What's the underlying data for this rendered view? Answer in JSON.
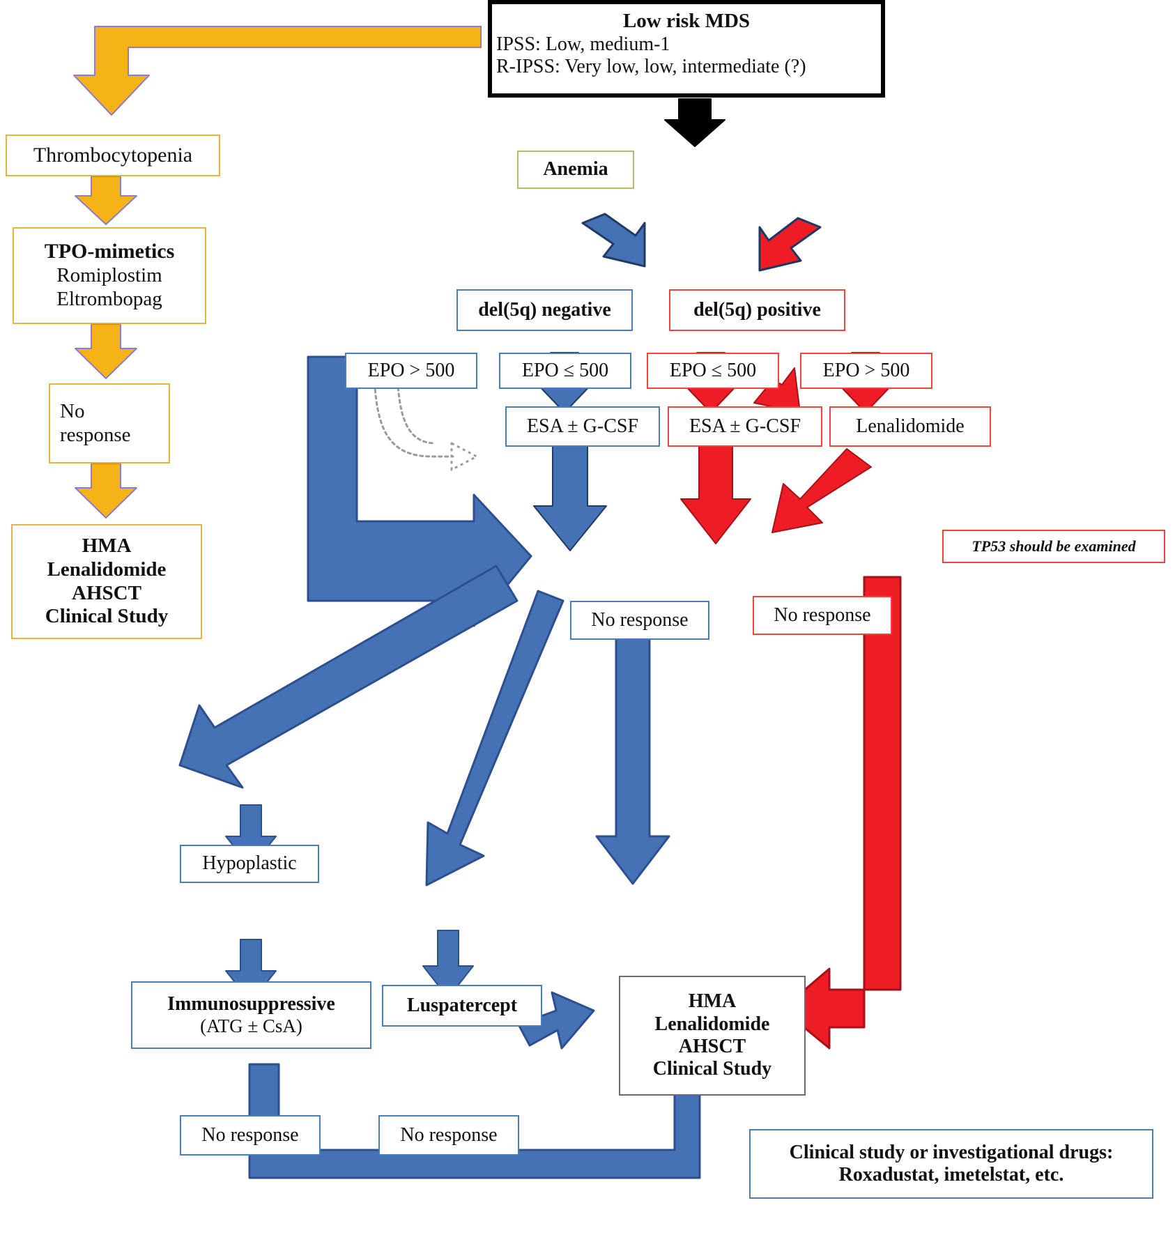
{
  "diagram": {
    "title": "Low risk MDS treatment algorithm",
    "colors": {
      "blue_arrow": "#4472b4",
      "blue_arrow_dark": "#2e4f8f",
      "red_arrow": "#ee1c25",
      "yellow_arrow": "#f5b317",
      "black_arrow": "#000000",
      "blue_border": "#4a7ebb",
      "red_border": "#f4433c",
      "yellow_border": "#e8b43a",
      "olive_border": "#b9b96a",
      "gray_border": "#6b6b6b"
    }
  },
  "nodes": {
    "low_risk_mds": {
      "lines": [
        "Low risk MDS",
        "IPSS: Low, medium-1",
        "R-IPSS: Very low, low, intermediate (?)"
      ]
    },
    "thrombocytopenia": {
      "lines": [
        "Thrombocytopenia"
      ]
    },
    "tpo_mimetics": {
      "lines": [
        "TPO-mimetics",
        "Romiplostim",
        "Eltrombopag"
      ]
    },
    "no_response_left": {
      "lines": [
        "No",
        "response"
      ]
    },
    "hma_left": {
      "lines": [
        "HMA",
        "Lenalidomide",
        "AHSCT",
        "Clinical Study"
      ]
    },
    "anemia": {
      "lines": [
        "Anemia"
      ]
    },
    "del5q_negative": {
      "lines": [
        "del(5q) negative"
      ]
    },
    "del5q_positive": {
      "lines": [
        "del(5q) positive"
      ]
    },
    "epo_gt500_blue": {
      "lines": [
        "EPO > 500"
      ]
    },
    "epo_le500_blue": {
      "lines": [
        "EPO ≤ 500"
      ]
    },
    "epo_le500_red": {
      "lines": [
        "EPO ≤ 500"
      ]
    },
    "epo_gt500_red": {
      "lines": [
        "EPO > 500"
      ]
    },
    "esa_gcsf_blue": {
      "lines": [
        "ESA ± G-CSF"
      ]
    },
    "esa_gcsf_red": {
      "lines": [
        "ESA ± G-CSF"
      ]
    },
    "lenalidomide": {
      "lines": [
        "Lenalidomide"
      ]
    },
    "tp53_note": {
      "lines": [
        "TP53 should be examined"
      ]
    },
    "no_response_blue": {
      "lines": [
        "No response"
      ]
    },
    "no_response_red": {
      "lines": [
        "No response"
      ]
    },
    "hypoplastic": {
      "lines": [
        "Hypoplastic"
      ]
    },
    "immunosuppressive": {
      "lines": [
        "Immunosuppressive",
        "(ATG ± CsA)"
      ]
    },
    "luspatercept": {
      "lines": [
        "Luspatercept"
      ]
    },
    "hma_center": {
      "lines": [
        "HMA",
        "Lenalidomide",
        "AHSCT",
        "Clinical Study"
      ]
    },
    "no_response_iso": {
      "lines": [
        "No response"
      ]
    },
    "no_response_lus": {
      "lines": [
        "No response"
      ]
    },
    "clinical_study_note": {
      "lines": [
        "Clinical study or investigational drugs:",
        "Roxadustat, imetelstat, etc."
      ]
    }
  },
  "arrows": [
    {
      "name": "low-risk-to-thrombocytopenia",
      "color": "#f5b317",
      "kind": "elbow-left-down"
    },
    {
      "name": "low-risk-to-anemia",
      "color": "#000000",
      "kind": "down"
    },
    {
      "name": "thrombocytopenia-to-tpo",
      "color": "#f5b317",
      "kind": "down"
    },
    {
      "name": "tpo-to-no-response",
      "color": "#f5b317",
      "kind": "down"
    },
    {
      "name": "no-response-to-hma-left",
      "color": "#f5b317",
      "kind": "down"
    },
    {
      "name": "anemia-to-del5q-negative",
      "color": "#4472b4",
      "kind": "diagonal-down-left"
    },
    {
      "name": "anemia-to-del5q-positive",
      "color": "#ee1c25",
      "kind": "diagonal-down-right"
    },
    {
      "name": "epo-le500-blue-to-esa",
      "color": "#4472b4",
      "kind": "down"
    },
    {
      "name": "epo-gt500-blue-dotted-to-esa",
      "color": "#9a9a9a",
      "kind": "dotted-hook"
    },
    {
      "name": "epo-le500-red-to-esa-red",
      "color": "#ee1c25",
      "kind": "down"
    },
    {
      "name": "epo-le500-red-to-lenalidomide",
      "color": "#ee1c25",
      "kind": "diagonal-down-right"
    },
    {
      "name": "epo-gt500-red-to-lenalidomide",
      "color": "#ee1c25",
      "kind": "down"
    },
    {
      "name": "esa-blue-to-no-response",
      "color": "#4472b4",
      "kind": "down"
    },
    {
      "name": "esa-red-to-no-response-red",
      "color": "#ee1c25",
      "kind": "down"
    },
    {
      "name": "lenalidomide-to-no-response-red",
      "color": "#ee1c25",
      "kind": "diagonal-down-left"
    },
    {
      "name": "epo-gt500-blue-to-no-response",
      "color": "#4472b4",
      "kind": "elbow-down-right"
    },
    {
      "name": "no-response-to-hypoplastic",
      "color": "#4472b4",
      "kind": "diagonal-down-left"
    },
    {
      "name": "no-response-to-luspatercept",
      "color": "#4472b4",
      "kind": "diagonal-down-left"
    },
    {
      "name": "no-response-to-hma-center",
      "color": "#4472b4",
      "kind": "down"
    },
    {
      "name": "hypoplastic-to-immunosuppressive",
      "color": "#4472b4",
      "kind": "down"
    },
    {
      "name": "immunosuppressive-to-no-response",
      "color": "#4472b4",
      "kind": "down"
    },
    {
      "name": "luspatercept-to-no-response",
      "color": "#4472b4",
      "kind": "down"
    },
    {
      "name": "no-response-iso-to-hma-center",
      "color": "#4472b4",
      "kind": "elbow-bottom-up"
    },
    {
      "name": "no-response-lus-to-hma-center",
      "color": "#4472b4",
      "kind": "short-right-up"
    },
    {
      "name": "no-response-red-to-hma-center",
      "color": "#ee1c25",
      "kind": "elbow-right-down-left"
    }
  ]
}
